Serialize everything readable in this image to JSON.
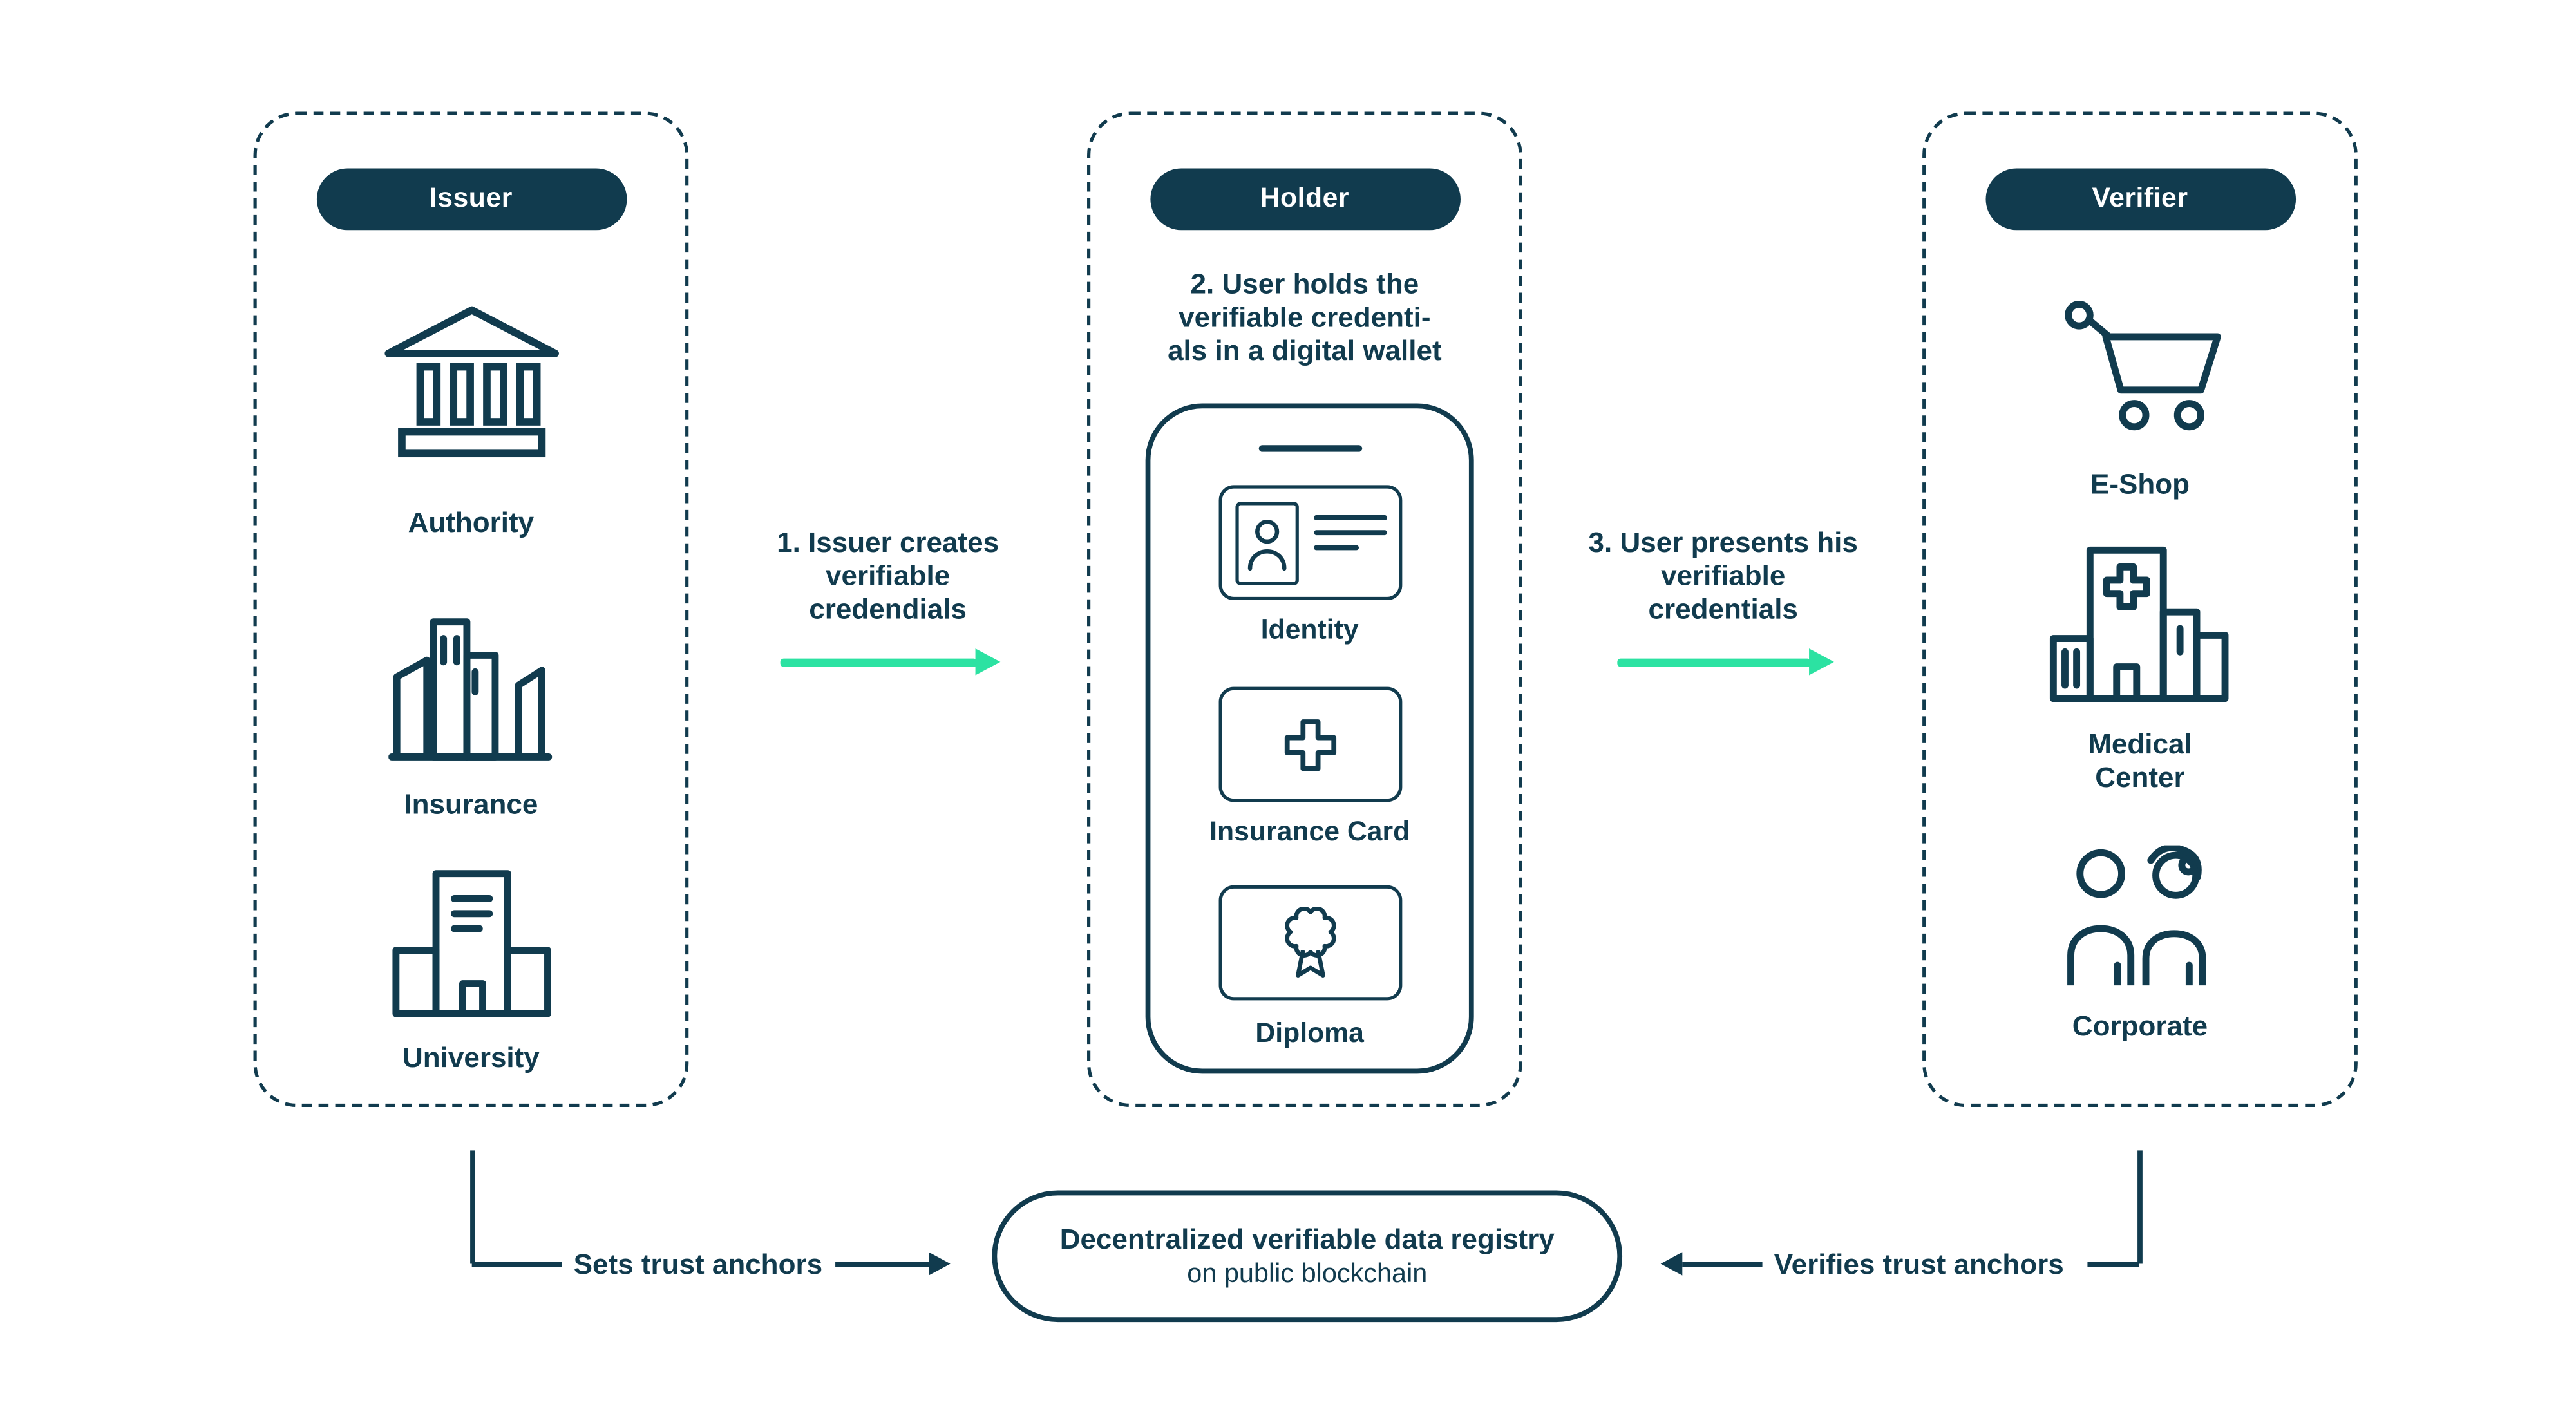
{
  "colors": {
    "navy": "#113B4E",
    "green": "#2CE2A2",
    "background": "#FFFFFF"
  },
  "columns": {
    "issuer": {
      "title": "Issuer",
      "items": [
        {
          "label": "Authority",
          "icon": "bank-icon"
        },
        {
          "label": "Insurance",
          "icon": "city-buildings-icon"
        },
        {
          "label": "University",
          "icon": "university-building-icon"
        }
      ]
    },
    "holder": {
      "title": "Holder",
      "description_lines": [
        "2. User holds the",
        "verifiable credenti-",
        "als in a digital wallet"
      ],
      "wallet_cards": [
        {
          "label": "Identity",
          "icon": "id-card-icon"
        },
        {
          "label": "Insurance Card",
          "icon": "medical-cross-icon"
        },
        {
          "label": "Diploma",
          "icon": "rosette-icon"
        }
      ]
    },
    "verifier": {
      "title": "Verifier",
      "items": [
        {
          "label": "E-Shop",
          "icon": "shopping-cart-icon"
        },
        {
          "label": "Medical Center",
          "icon": "hospital-icon"
        },
        {
          "label": "Corporate",
          "icon": "people-icon"
        }
      ]
    }
  },
  "arrows": {
    "step1_lines": [
      "1. Issuer creates",
      "verifiable",
      "credendials"
    ],
    "step3_lines": [
      "3. User presents his",
      "verifiable",
      "credentials"
    ]
  },
  "bottom": {
    "sets_label": "Sets trust anchors",
    "verifies_label": "Verifies trust anchors",
    "registry_title": "Decentralized verifiable data registry",
    "registry_subtitle": "on public blockchain"
  }
}
